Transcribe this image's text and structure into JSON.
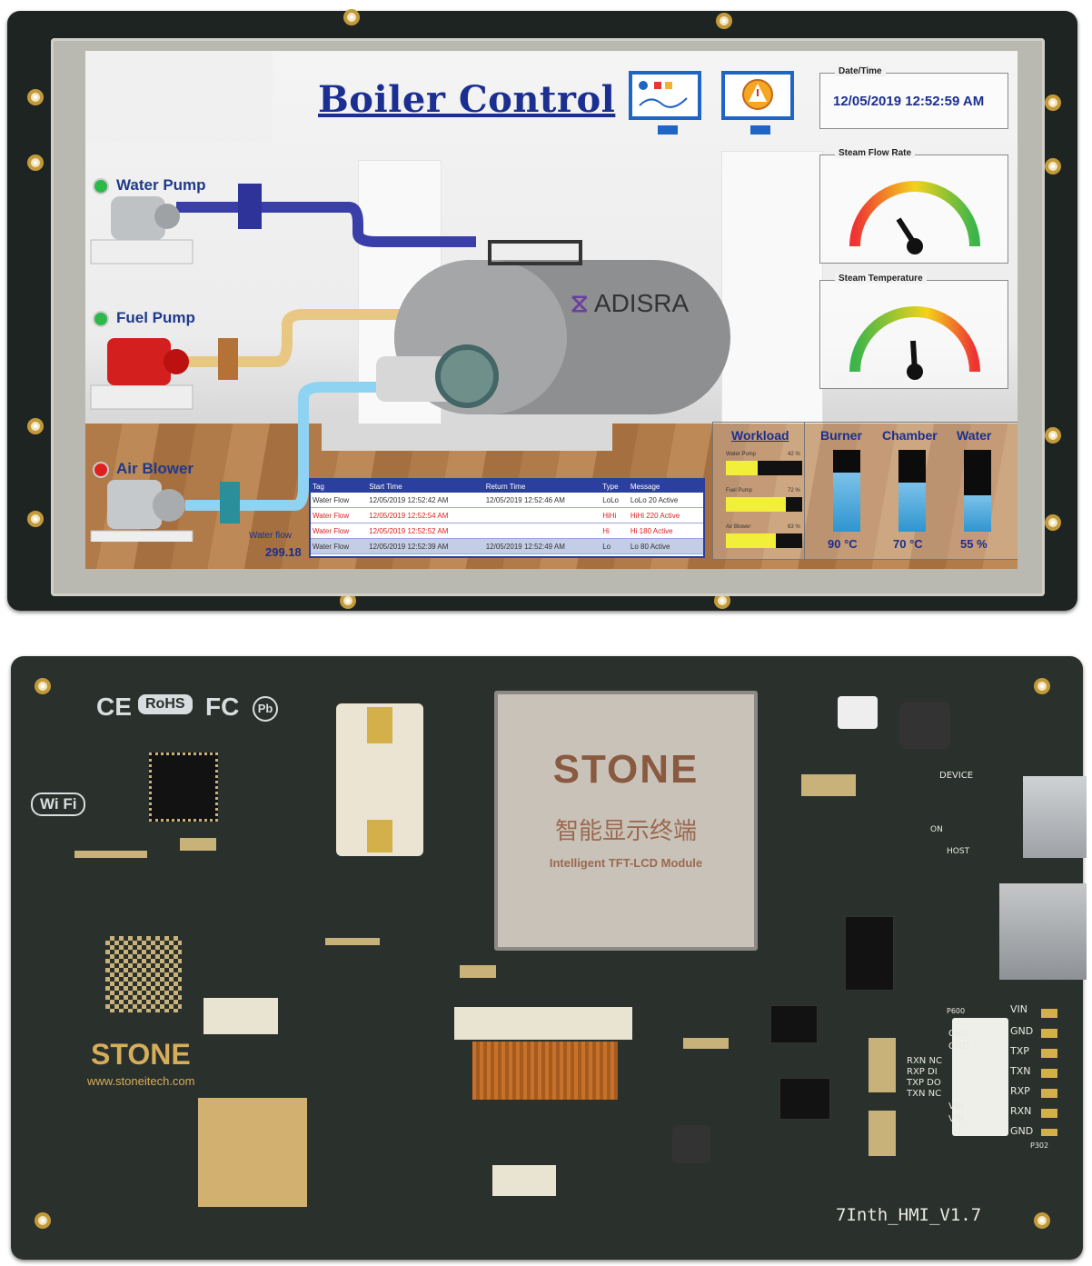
{
  "display": {
    "title": "Boiler Control",
    "datetime_label": "Date/Time",
    "datetime_value": "12/05/2019 12:52:59 AM",
    "logo_text": "ADISRA",
    "pumps": [
      {
        "label": "Water Pump",
        "status_color": "#2db84a"
      },
      {
        "label": "Fuel Pump",
        "status_color": "#2db84a"
      },
      {
        "label": "Air Blower",
        "status_color": "#e02020"
      }
    ],
    "water_flow_label": "Water flow",
    "water_flow_value": "299.18",
    "steam_flow_label": "Steam Flow Rate",
    "steam_temp_label": "Steam Temperature",
    "workload": {
      "title": "Workload",
      "items": [
        {
          "label": "Water Pump",
          "pct_text": "42 %",
          "fraction": 0.42
        },
        {
          "label": "Fuel Pump",
          "pct_text": "72 %",
          "fraction": 0.78
        },
        {
          "label": "Air Blower",
          "pct_text": "63 %",
          "fraction": 0.65
        }
      ]
    },
    "levels": [
      {
        "title": "Burner",
        "value_text": "90 °C",
        "fraction": 0.72
      },
      {
        "title": "Chamber",
        "value_text": "70 °C",
        "fraction": 0.6
      },
      {
        "title": "Water",
        "value_text": "55 %",
        "fraction": 0.45
      }
    ],
    "alarm_table": {
      "headers": [
        "Tag",
        "Start Time",
        "Return Time",
        "Type",
        "Message"
      ],
      "rows": [
        [
          "Water Flow",
          "12/05/2019 12:52:42 AM",
          "12/05/2019 12:52:46 AM",
          "LoLo",
          "LoLo 20 Active"
        ],
        [
          "Water Flow",
          "12/05/2019 12:52:54 AM",
          "",
          "HiHi",
          "HiHi 220 Active"
        ],
        [
          "Water Flow",
          "12/05/2019 12:52:52 AM",
          "",
          "Hi",
          "Hi 180 Active"
        ],
        [
          "Water Flow",
          "12/05/2019 12:52:39 AM",
          "12/05/2019 12:52:49 AM",
          "Lo",
          "Lo 80 Active"
        ]
      ]
    }
  },
  "pcb": {
    "module_brand": "STONE",
    "module_cn": "智能显示终端",
    "module_sub": "Intelligent TFT-LCD Module",
    "cert_ce": "CE",
    "cert_rohs": "RoHS",
    "cert_fc": "FC",
    "cert_pb": "Pb",
    "wifi": "Wi Fi",
    "brand": "STONE",
    "website": "www.stoneitech.com",
    "board_id": "7Inth_HMI_V1.7",
    "device_label": "DEVICE",
    "host_label": "HOST",
    "on_label": "ON",
    "p600_label": "P600",
    "p302_label": "P302",
    "left_pins": [
      "GND",
      "GND",
      "RXN NC",
      "RXP DI",
      "TXP DO",
      "TXN NC",
      "VIN",
      "VIN"
    ],
    "right_pins": [
      "VIN",
      "GND",
      "TXP",
      "TXN",
      "RXP",
      "RXN",
      "GND"
    ]
  }
}
